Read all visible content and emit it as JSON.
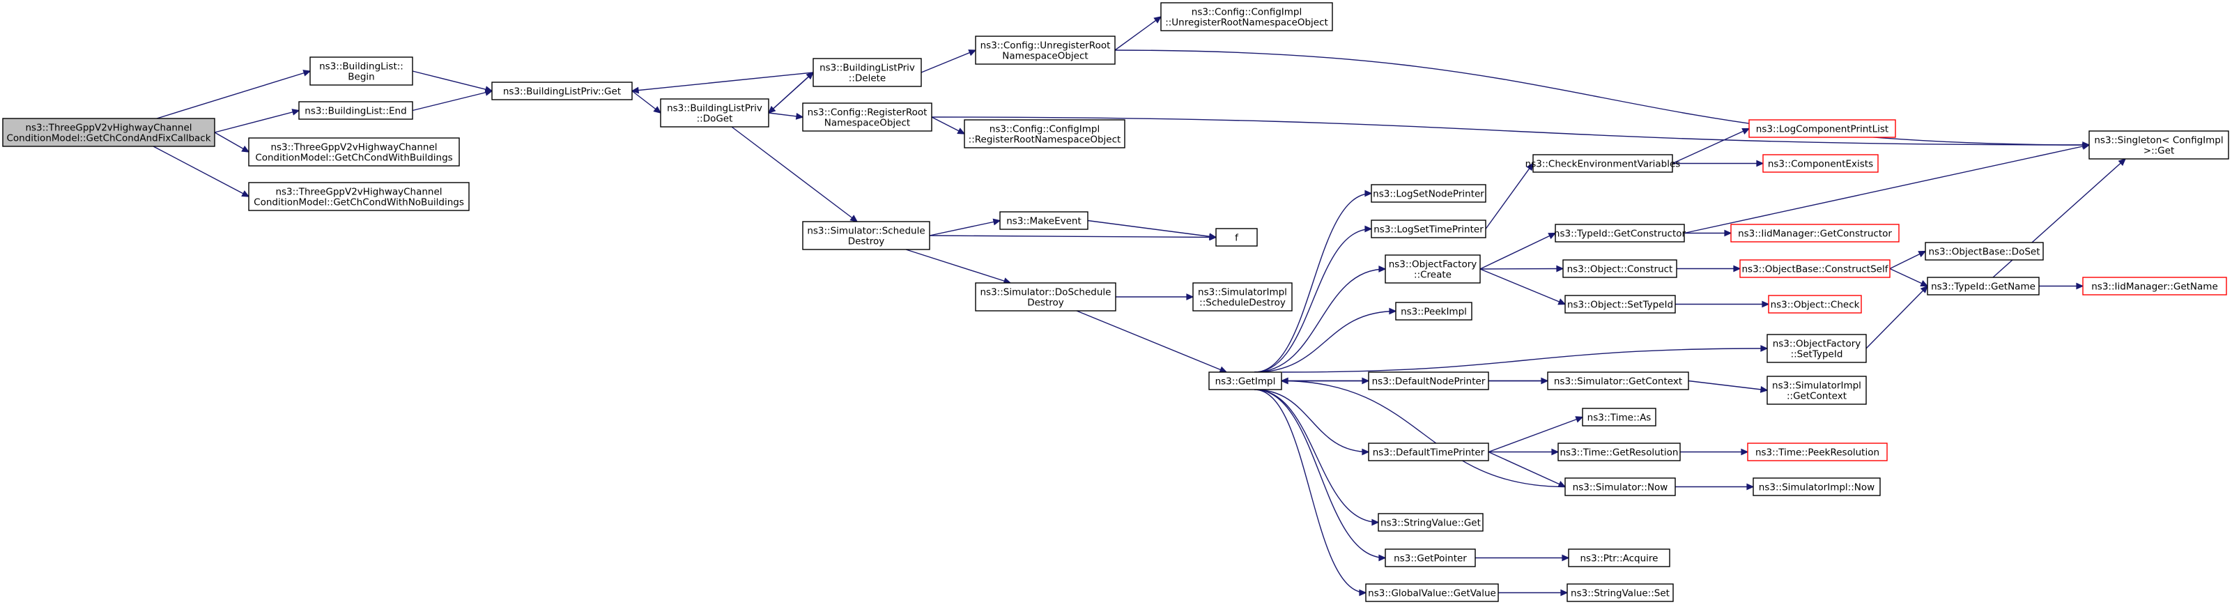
{
  "nodes": {
    "root": [
      "ns3::ThreeGppV2vHighwayChannel",
      "ConditionModel::GetChCondAndFixCallback"
    ],
    "bl_begin": [
      "ns3::BuildingList::",
      "Begin"
    ],
    "bl_end": [
      "ns3::BuildingList::End"
    ],
    "with_bld": [
      "ns3::ThreeGppV2vHighwayChannel",
      "ConditionModel::GetChCondWithBuildings"
    ],
    "no_bld": [
      "ns3::ThreeGppV2vHighwayChannel",
      "ConditionModel::GetChCondWithNoBuildings"
    ],
    "blp_get": [
      "ns3::BuildingListPriv::Get"
    ],
    "blp_doget": [
      "ns3::BuildingListPriv",
      "::DoGet"
    ],
    "blp_delete": [
      "ns3::BuildingListPriv",
      "::Delete"
    ],
    "cfg_unreg": [
      "ns3::Config::UnregisterRoot",
      "NamespaceObject"
    ],
    "cfg_impl_unreg": [
      "ns3::Config::ConfigImpl",
      "::UnregisterRootNamespaceObject"
    ],
    "cfg_reg": [
      "ns3::Config::RegisterRoot",
      "NamespaceObject"
    ],
    "cfg_impl_reg": [
      "ns3::Config::ConfigImpl",
      "::RegisterRootNamespaceObject"
    ],
    "sim_sched": [
      "ns3::Simulator::Schedule",
      "Destroy"
    ],
    "make_event": [
      "ns3::MakeEvent"
    ],
    "f": [
      "f"
    ],
    "sim_dosched": [
      "ns3::Simulator::DoSchedule",
      "Destroy"
    ],
    "simimpl_sched": [
      "ns3::SimulatorImpl",
      "::ScheduleDestroy"
    ],
    "getimpl": [
      "ns3::GetImpl"
    ],
    "log_node": [
      "ns3::LogSetNodePrinter"
    ],
    "log_time": [
      "ns3::LogSetTimePrinter"
    ],
    "check_env": [
      "ns3::CheckEnvironmentVariables"
    ],
    "log_comp": [
      "ns3::LogComponentPrintList"
    ],
    "comp_exists": [
      "ns3::ComponentExists"
    ],
    "obj_factory_create": [
      "ns3::ObjectFactory",
      "::Create"
    ],
    "typeid_getctor": [
      "ns3::TypeId::GetConstructor"
    ],
    "iid_getctor": [
      "ns3::IidManager::GetConstructor"
    ],
    "obj_construct": [
      "ns3::Object::Construct"
    ],
    "objbase_cs": [
      "ns3::ObjectBase::ConstructSelf"
    ],
    "objbase_doset": [
      "ns3::ObjectBase::DoSet"
    ],
    "obj_settypeid": [
      "ns3::Object::SetTypeId"
    ],
    "obj_check": [
      "ns3::Object::Check"
    ],
    "peekimpl": [
      "ns3::PeekImpl"
    ],
    "default_node": [
      "ns3::DefaultNodePrinter"
    ],
    "sim_getctx": [
      "ns3::Simulator::GetContext"
    ],
    "simimpl_getctx": [
      "ns3::SimulatorImpl",
      "::GetContext"
    ],
    "of_settypeid": [
      "ns3::ObjectFactory",
      "::SetTypeId"
    ],
    "typeid_getname": [
      "ns3::TypeId::GetName"
    ],
    "iid_getname": [
      "ns3::IidManager::GetName"
    ],
    "singleton": [
      "ns3::Singleton< ConfigImpl",
      " >::Get"
    ],
    "default_time": [
      "ns3::DefaultTimePrinter"
    ],
    "time_as": [
      "ns3::Time::As"
    ],
    "time_getres": [
      "ns3::Time::GetResolution"
    ],
    "time_peekres": [
      "ns3::Time::PeekResolution"
    ],
    "sim_now": [
      "ns3::Simulator::Now"
    ],
    "simimpl_now": [
      "ns3::SimulatorImpl::Now"
    ],
    "sv_get": [
      "ns3::StringValue::Get"
    ],
    "getpointer": [
      "ns3::GetPointer"
    ],
    "ptr_acquire": [
      "ns3::Ptr::Acquire"
    ],
    "gv_getvalue": [
      "ns3::GlobalValue::GetValue"
    ],
    "sv_set": [
      "ns3::StringValue::Set"
    ]
  },
  "node_styles": {
    "root_fill": "#bfbfbf",
    "default_border": "#000000",
    "truncated_border": "#ff0000",
    "edge_color": "#191970"
  }
}
